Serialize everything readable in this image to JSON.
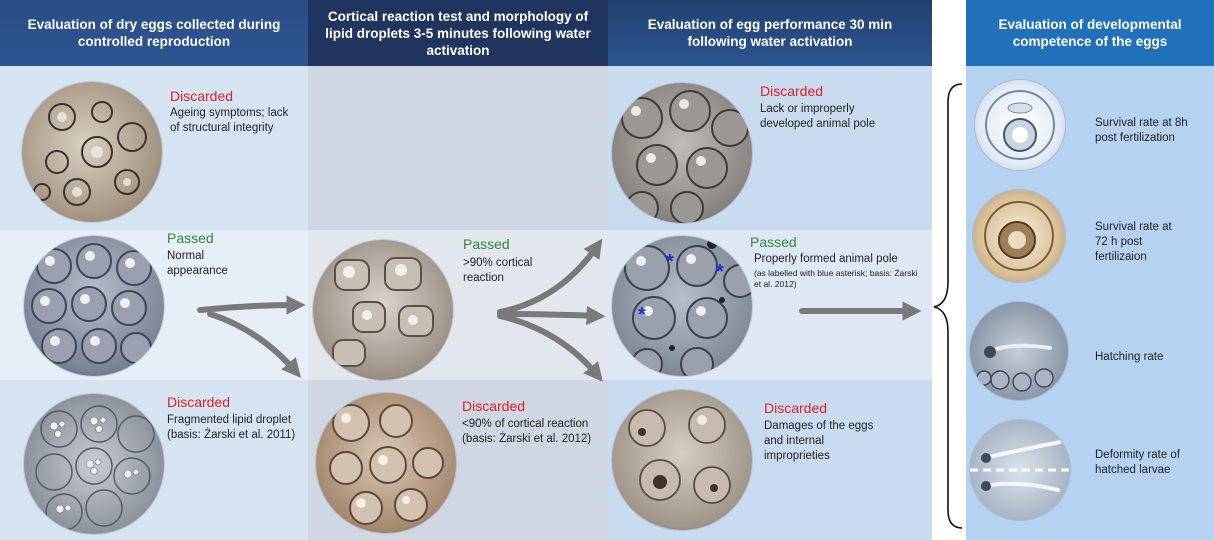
{
  "headers": {
    "col1": "Evaluation of dry eggs collected during controlled reproduction",
    "col2": "Cortical reaction test and morphology of lipid droplets 3-5 minutes following water activation",
    "col3": "Evaluation of egg performance 30 min following water activation",
    "col4": "Evaluation of developmental competence of the eggs"
  },
  "col1": {
    "top": {
      "status": "Discarded",
      "desc": "Ageing symptoms; lack of structural integrity"
    },
    "middle": {
      "status": "Passed",
      "desc": "Normal appearance"
    },
    "bottom": {
      "status": "Discarded",
      "desc": "Fragmented lipid droplet",
      "basis": "(basis: Żarski et al. 2011)"
    }
  },
  "col2": {
    "middle": {
      "status": "Passed",
      "desc": ">90% cortical reaction"
    },
    "bottom": {
      "status": "Discarded",
      "desc": "<90% of cortical reaction",
      "basis": "(basis: Żarski et al. 2012)"
    }
  },
  "col3": {
    "top": {
      "status": "Discarded",
      "desc": "Lack or improperly developed animal pole"
    },
    "middle": {
      "status": "Passed",
      "desc": "Properly formed animal pole",
      "note": "(as labelled with blue asterisk; basis: Żarski et al. 2012)"
    },
    "bottom": {
      "status": "Discarded",
      "desc": "Damages of the eggs and internal improprieties"
    },
    "asterisk": "*"
  },
  "col4": {
    "items": [
      {
        "label": "Survival rate at 8h post fertilization"
      },
      {
        "label": "Survival rate at 72 h post fertilizaion"
      },
      {
        "label": "Hatching rate"
      },
      {
        "label": "Deformity rate of hatched larvae"
      }
    ]
  },
  "colors": {
    "header_dark": "#223a66",
    "header_light": "#1f67b0",
    "discarded": "#e02020",
    "passed": "#2e8b3a",
    "arrow": "#7a7a7a",
    "asterisk": "#1a2fd6"
  }
}
